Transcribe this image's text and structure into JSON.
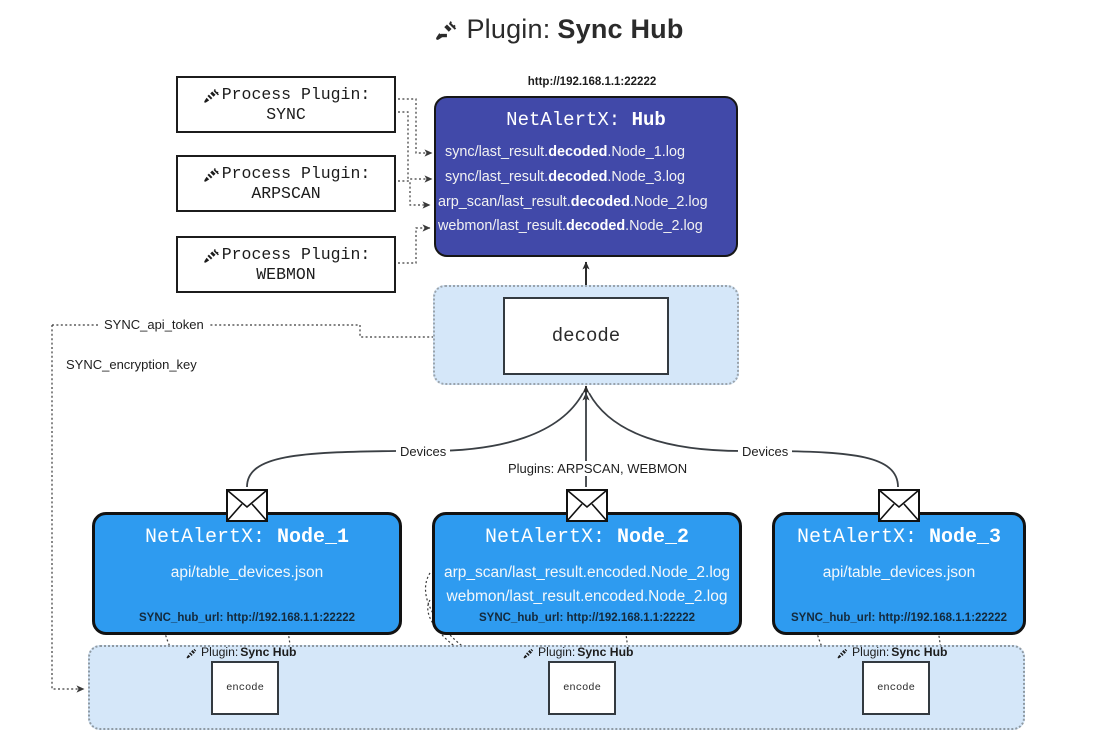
{
  "title": {
    "icon": "plug-icon",
    "prefix": "Plugin:",
    "name": "Sync Hub"
  },
  "process_plugins": [
    {
      "icon": "plug-icon",
      "label": "Process Plugin:",
      "name": "SYNC"
    },
    {
      "icon": "plug-icon",
      "label": "Process Plugin:",
      "name": "ARPSCAN"
    },
    {
      "icon": "plug-icon",
      "label": "Process Plugin:",
      "name": "WEBMON"
    }
  ],
  "hub": {
    "url": "http://192.168.1.1:22222",
    "title_prefix": "NetAlertX:",
    "title_name": "Hub",
    "logs": [
      {
        "pre": "sync/last_result.",
        "mid": "decoded",
        "post": ".Node_1.log"
      },
      {
        "pre": "sync/last_result.",
        "mid": "decoded",
        "post": ".Node_3.log"
      },
      {
        "pre": "arp_scan/last_result.",
        "mid": "decoded",
        "post": ".Node_2.log"
      },
      {
        "pre": "webmon/last_result.",
        "mid": "decoded",
        "post": ".Node_2.log"
      }
    ]
  },
  "decode": {
    "label": "decode"
  },
  "edge_labels": {
    "sync_api_token": "SYNC_api_token",
    "sync_encryption_key": "SYNC_encryption_key",
    "devices_left": "Devices",
    "devices_right": "Devices",
    "plugins_center": "Plugins: ARPSCAN, WEBMON"
  },
  "nodes": [
    {
      "icon": "envelope-icon",
      "title_prefix": "NetAlertX:",
      "title_name": "Node_1",
      "logs": [
        "api/table_devices.json"
      ],
      "url": "SYNC_hub_url: http://192.168.1.1:22222"
    },
    {
      "icon": "envelope-icon",
      "title_prefix": "NetAlertX:",
      "title_name": "Node_2",
      "logs": [
        "arp_scan/last_result.encoded.Node_2.log",
        "webmon/last_result.encoded.Node_2.log"
      ],
      "url": "SYNC_hub_url: http://192.168.1.1:22222"
    },
    {
      "icon": "envelope-icon",
      "title_prefix": "NetAlertX:",
      "title_name": "Node_3",
      "logs": [
        "api/table_devices.json"
      ],
      "url": "SYNC_hub_url: http://192.168.1.1:22222"
    }
  ],
  "encoders": [
    {
      "icon": "plug-icon",
      "label_prefix": "Plugin:",
      "label_name": "Sync Hub",
      "box_label": "encode"
    },
    {
      "icon": "plug-icon",
      "label_prefix": "Plugin:",
      "label_name": "Sync Hub",
      "box_label": "encode"
    },
    {
      "icon": "plug-icon",
      "label_prefix": "Plugin:",
      "label_name": "Sync Hub",
      "box_label": "encode"
    }
  ],
  "colors": {
    "hub_fill": "#4149a9",
    "node_fill": "#2e9bf0",
    "container_fill": "#d5e7f9",
    "stroke": "#161616",
    "background": "#ffffff"
  }
}
